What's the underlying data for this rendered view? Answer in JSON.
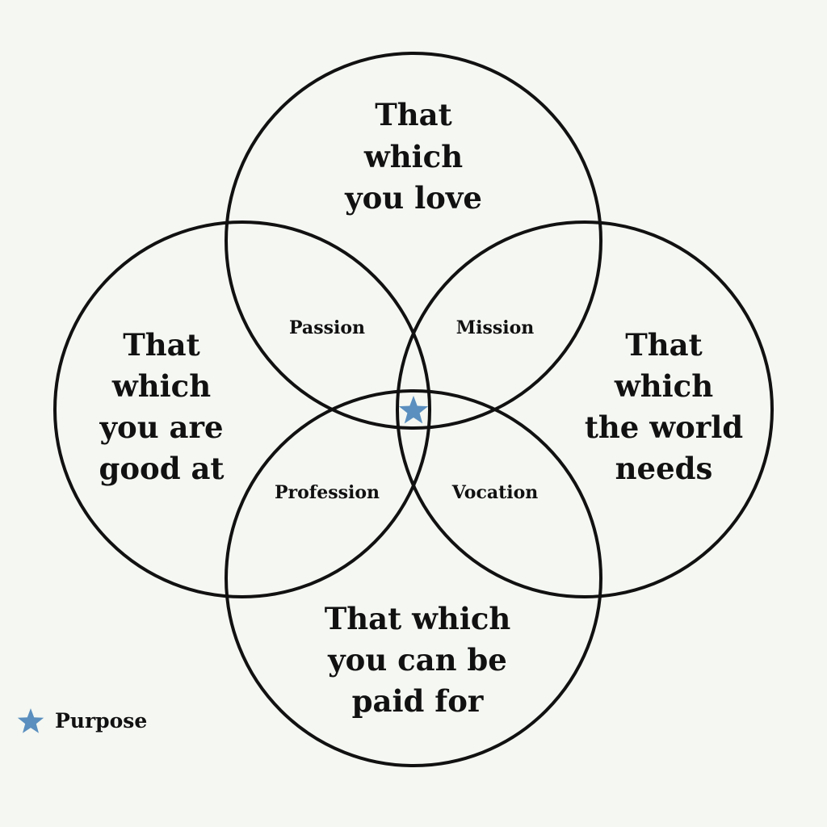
{
  "colors": {
    "background": "#f4f7f2",
    "stroke": "#111111",
    "star": "#5a8fbf"
  },
  "circles": [
    {
      "id": "love",
      "lines": [
        "That",
        "which",
        "you love"
      ]
    },
    {
      "id": "good-at",
      "lines": [
        "That",
        "which",
        "you are",
        "good at"
      ]
    },
    {
      "id": "world-needs",
      "lines": [
        "That",
        "which",
        "the world",
        "needs"
      ]
    },
    {
      "id": "paid-for",
      "lines": [
        "That which",
        "you can be",
        "paid for"
      ]
    }
  ],
  "intersections": {
    "passion": "Passion",
    "mission": "Mission",
    "profession": "Profession",
    "vocation": "Vocation"
  },
  "center_icon": "star-icon",
  "legend": {
    "icon": "star-icon",
    "label": "Purpose"
  }
}
